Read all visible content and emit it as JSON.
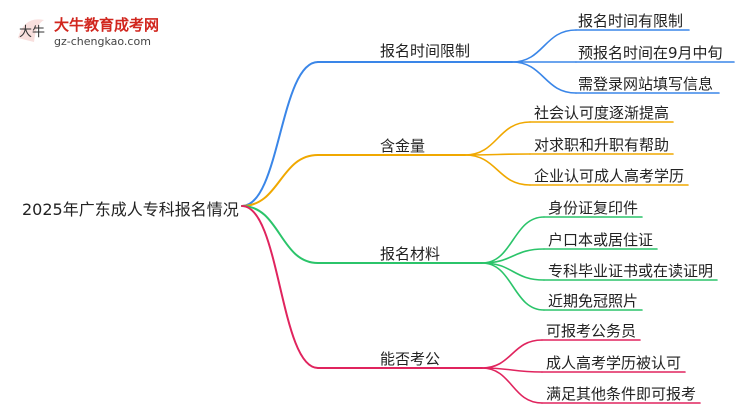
{
  "logo": {
    "name": "大牛教育成考网",
    "site": "gz-chengkao.com",
    "mark_text": "大牛"
  },
  "root": "2025年广东成人专科报名情况",
  "branches": [
    {
      "label": "报名时间限制",
      "color": "#3a86e8",
      "leaves": [
        "报名时间有限制",
        "预报名时间在9月中旬",
        "需登录网站填写信息"
      ]
    },
    {
      "label": "含金量",
      "color": "#f0a800",
      "leaves": [
        "社会认可度逐渐提高",
        "对求职和升职有帮助",
        "企业认可成人高考学历"
      ]
    },
    {
      "label": "报名材料",
      "color": "#2bc46a",
      "leaves": [
        "身份证复印件",
        "户口本或居住证",
        "专科毕业证书或在读证明",
        "近期免冠照片"
      ]
    },
    {
      "label": "能否考公",
      "color": "#e0245e",
      "leaves": [
        "可报考公务员",
        "成人高考学历被认可",
        "满足其他条件即可报考"
      ]
    }
  ]
}
